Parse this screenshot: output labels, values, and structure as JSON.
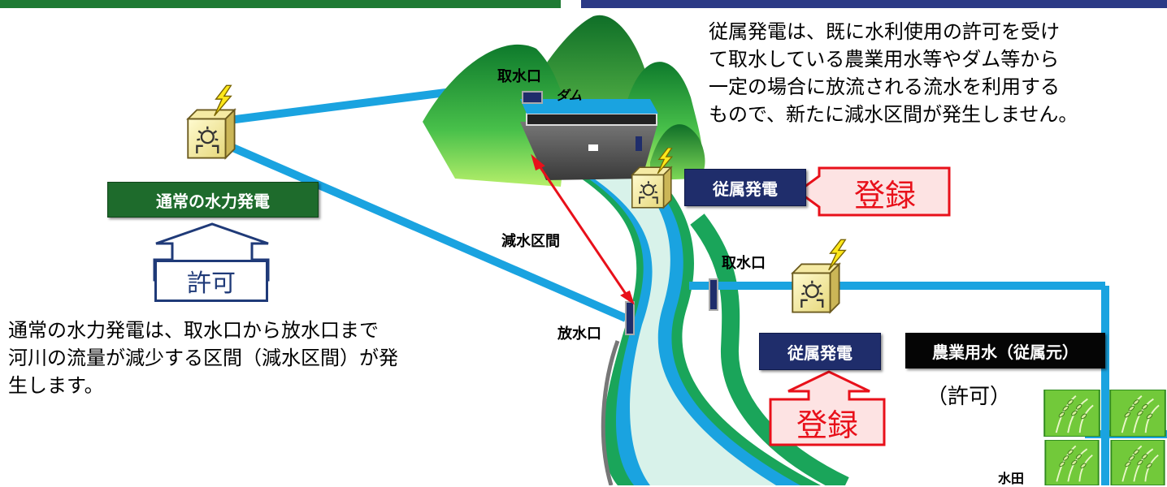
{
  "colors": {
    "normal_header": "#1e7a33",
    "subsidiary_header": "#2b3a86",
    "water": "#1aa3e0",
    "river_light": "#d8f2ea",
    "river_bank": "#1aa55a",
    "registration_red": "#e8101a",
    "registration_fill": "#fde3e3",
    "permit_navy": "#1f3a78"
  },
  "left": {
    "plant_label": "通常の水力発電",
    "permit_label": "許可",
    "description": [
      "通常の水力発電は、取水口から放水口まで",
      "河川の流量が減少する区間（減水区間）が発",
      "生します。"
    ]
  },
  "right": {
    "description": [
      "従属発電は、既に水利使用の許可を受け",
      "て取水している農業用水等やダム等から",
      "一定の場合に放流される流水を利用する",
      "もので、新たに減水区間が発生しません。"
    ],
    "subsidiary_label_1": "従属発電",
    "registration_label_1": "登録",
    "subsidiary_label_2": "従属発電",
    "registration_label_2": "登録",
    "agri_label": "農業用水（従属元）",
    "agri_permit": "（許可）",
    "paddy_label": "水田"
  },
  "map_labels": {
    "intake_top": "取水口",
    "dam": "ダム",
    "reduced_section": "減水区間",
    "outlet": "放水口",
    "intake_right": "取水口"
  },
  "icons": {
    "plant": "hydro-generator-icon",
    "lightning": "lightning-bolt-icon",
    "rice": "rice-plant-icon"
  }
}
